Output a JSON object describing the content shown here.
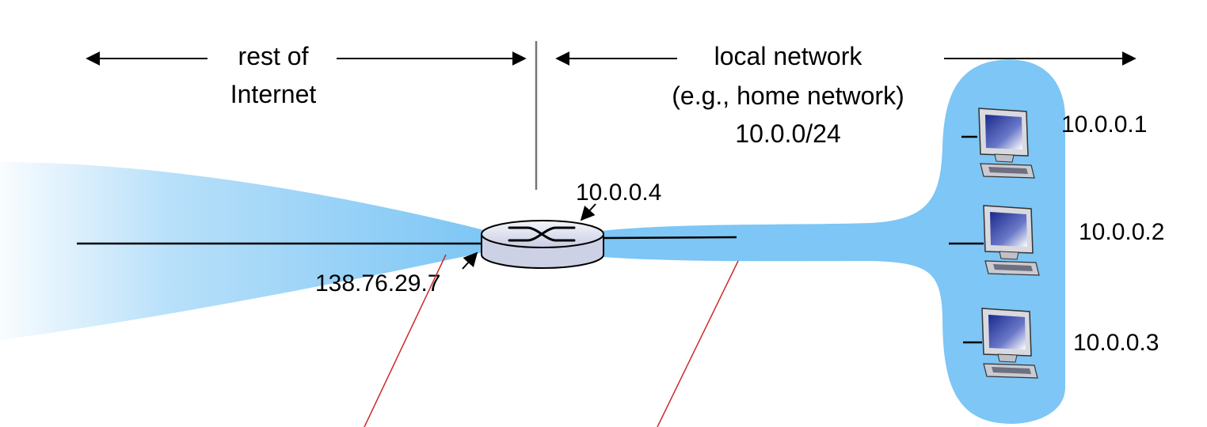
{
  "regions": {
    "rest_of_internet": {
      "line1": "rest of",
      "line2": "Internet"
    },
    "local_network": {
      "line1": "local network",
      "line2": "(e.g., home network)",
      "line3": "10.0.0/24"
    }
  },
  "router": {
    "lan_address": "10.0.0.4",
    "wan_address": "138.76.29.7"
  },
  "hosts": [
    {
      "address": "10.0.0.1"
    },
    {
      "address": "10.0.0.2"
    },
    {
      "address": "10.0.0.3"
    }
  ],
  "colors": {
    "network_fill": "#7dc6f5",
    "pointer_line": "#cc2a2a",
    "text": "#000000",
    "router_body": "#e4e6f2"
  }
}
